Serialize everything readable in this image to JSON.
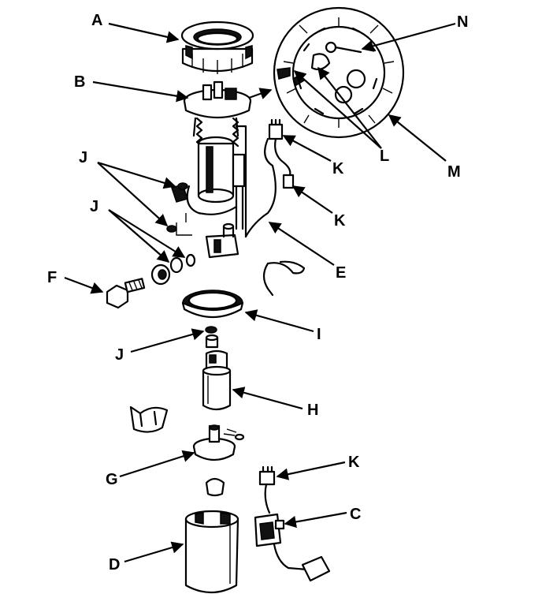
{
  "labels": {
    "A": "A",
    "B": "B",
    "C": "C",
    "D": "D",
    "E": "E",
    "F": "F",
    "G": "G",
    "H": "H",
    "I": "I",
    "J": "J",
    "K": "K",
    "L": "L",
    "M": "M",
    "N": "N"
  }
}
